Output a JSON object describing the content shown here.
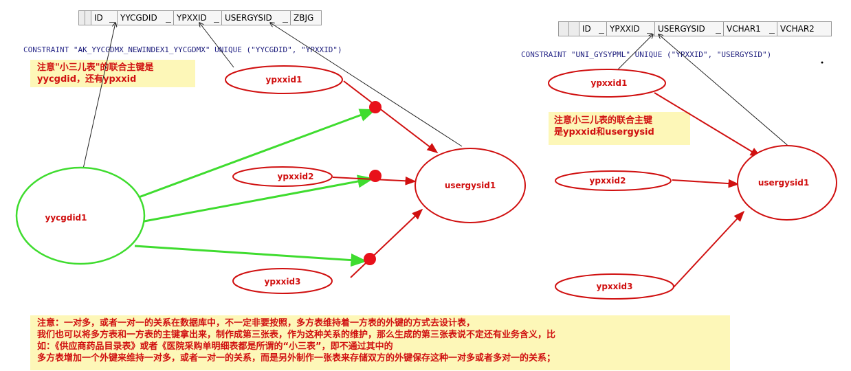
{
  "left": {
    "table_columns": [
      "ID",
      "YYCGDID",
      "YPXXID",
      "USERGYSID",
      "ZBJG"
    ],
    "constraint": {
      "kw1": "CONSTRAINT",
      "name": "\"AK_YYCGDMX_NEWINDEX1_YYCGDMX\"",
      "kw2": "UNIQUE",
      "cols": "(\"YYCGDID\", \"YPXXID\")"
    },
    "note_lines": [
      "注意\"小三儿表\"的联合主键是",
      "yycgdid，还有ypxxid"
    ],
    "nodes": {
      "yycgdid1": "yycgdid1",
      "ypxxid1": "ypxxid1",
      "ypxxid2": "ypxxid2",
      "ypxxid3": "ypxxid3",
      "usergysid1": "usergysid1"
    }
  },
  "right": {
    "table_columns": [
      "ID",
      "YPXXID",
      "USERGYSID",
      "VCHAR1",
      "VCHAR2"
    ],
    "constraint": {
      "kw1": "CONSTRAINT",
      "name": "\"UNI_GYSYPML\"",
      "kw2": "UNIQUE",
      "cols": "(\"YPXXID\", \"USERGYSID\")"
    },
    "note_lines": [
      "注意小三儿表的联合主键",
      "是ypxxid和usergysid"
    ],
    "nodes": {
      "ypxxid1": "ypxxid1",
      "ypxxid2": "ypxxid2",
      "ypxxid3": "ypxxid3",
      "usergysid1": "usergysid1"
    }
  },
  "bottom_note_lines": [
    "注意：一对多，或者一对一的关系在数据库中，不一定非要按照，多方表维持着一方表的外键的方式去设计表，",
    "我们也可以将多方表和一方表的主键拿出来，制作成第三张表，作为这种关系的维护，那么生成的第三张表说不定还有业务含义，比",
    "如：《供应商药品目录表》或者《医院采购单明细表都是所谓的“小三表”，即不通过其中的",
    "多方表增加一个外键来维持一对多，或者一对一的关系，而是另外制作一张表来存储双方的外键保存这种一对多或者多对一的关系；"
  ],
  "colors": {
    "red": "#d01010",
    "green": "#3fdc2f",
    "note_bg": "#fdf7b8",
    "constraint_text": "#1a1aa0"
  }
}
